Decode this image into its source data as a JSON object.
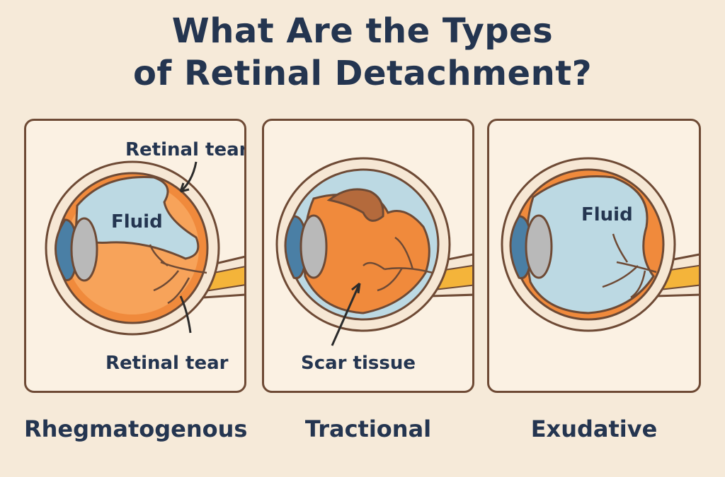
{
  "title": {
    "line1": "What Are the Types",
    "line2": "of Retinal Detachment?"
  },
  "panels": [
    {
      "caption": "Rhegmatogenous",
      "labels": [
        "Retinal tear",
        "Fluid",
        "Retinal tear"
      ]
    },
    {
      "caption": "Tractional",
      "labels": [
        "Scar tissue"
      ]
    },
    {
      "caption": "Exudative",
      "labels": [
        "Fluid"
      ]
    }
  ],
  "colors": {
    "background": "#f6ead9",
    "panel_border": "#6e4a35",
    "title_text": "#243550",
    "eye_orange": "#f08a3c",
    "fluid_blue": "#bcd9e3",
    "iris_blue": "#4a7fa5",
    "lens_gray": "#b9b9b9",
    "optic_nerve": "#f4b43a",
    "scar_brown": "#b46a3c"
  }
}
